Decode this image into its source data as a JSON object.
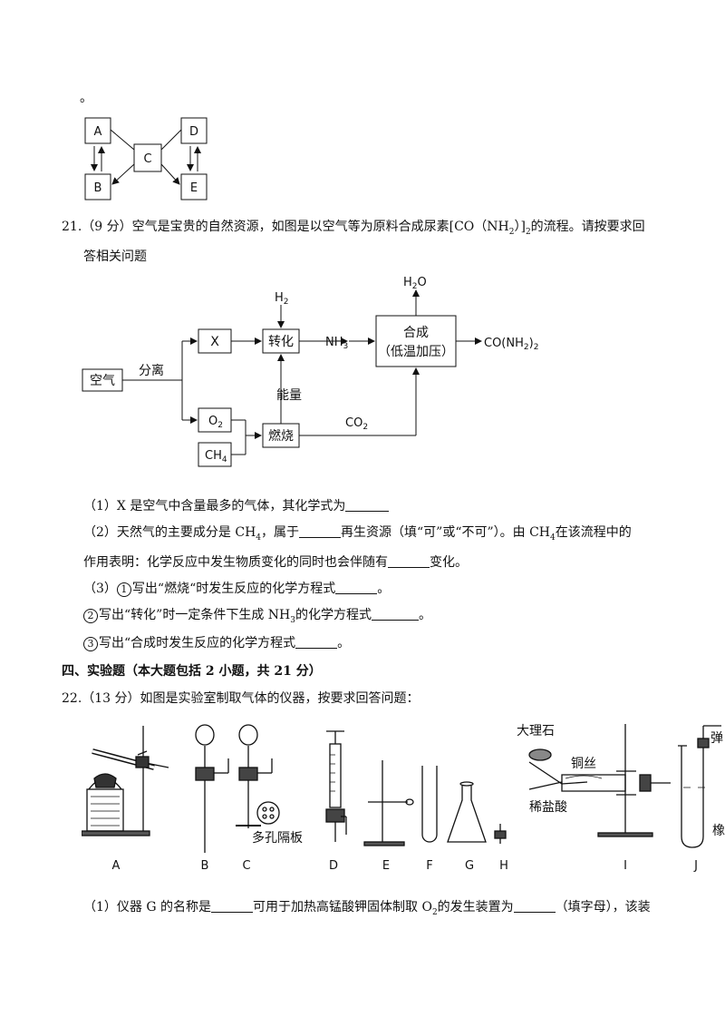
{
  "top_mark": "。",
  "small_diagram": {
    "nodes": [
      "A",
      "B",
      "C",
      "D",
      "E"
    ]
  },
  "q21": {
    "num": "21.",
    "score": "（9 分）",
    "stem_1": "空气是宝贵的自然资源，如图是以空气等为原料合成尿素[CO（NH",
    "stem_sub": "2",
    "stem_2": "）]",
    "stem_sub2": "2",
    "stem_3": "的流程。请按要求回",
    "stem_line2": "答相关问题",
    "flow": {
      "air": "空气",
      "separate": "分离",
      "x": "X",
      "o2": "O",
      "o2_sub": "2",
      "ch4": "CH",
      "ch4_sub": "4",
      "h2": "H",
      "h2_sub": "2",
      "convert": "转化",
      "nh3": "NH",
      "nh3_sub": "3",
      "energy": "能量",
      "burn": "燃烧",
      "co2": "CO",
      "co2_sub": "2",
      "synth_1": "合成",
      "synth_2": "（低温加压）",
      "h2o_a": "H",
      "h2o_sub": "2",
      "h2o_b": "O",
      "product": "CO(NH",
      "product_sub": "2",
      "product_end": ")",
      "product_sub2": "2"
    },
    "p1": "（1）X 是空气中含量最多的气体，其化学式为",
    "p2_a": "（2）天然气的主要成分是 CH",
    "p2_sub": "4",
    "p2_b": "，属于",
    "p2_c": "再生资源（填“可”或“不可”）。由 CH",
    "p2_sub2": "4",
    "p2_d": "在该流程中的",
    "p2_line2_a": "作用表明：化学反应中发生物质变化的同时也会伴随有",
    "p2_line2_b": "变化。",
    "p3_prefix": "（3）",
    "c1": "1",
    "p3_1": "写出“燃烧“时发生反应的化学方程式",
    "end": "。",
    "c2": "2",
    "p3_2a": "写出“转化”时一定条件下生成 NH",
    "p3_2sub": "3",
    "p3_2b": "的化学方程式",
    "c3": "3",
    "p3_3": "写出“合成时发生反应的化学方程式"
  },
  "section4": "四、实验题（本大题包括 2 小题，共 21 分）",
  "q22": {
    "num": "22.",
    "stem": "（13 分）如图是实验室制取气体的仪器，按要求回答问题：",
    "labels": [
      "A",
      "B",
      "C",
      "D",
      "E",
      "F",
      "G",
      "H",
      "I",
      "J"
    ],
    "ann_porous": "多孔隔板",
    "ann_marble": "大理石",
    "ann_copper": "铜丝",
    "ann_hcl": "稀盐酸",
    "ann_j1": "弹",
    "ann_j2": "橡",
    "q1_a": "（1）仪器 G 的名称是",
    "q1_b": "可用于加热高锰酸钾固体制取 O",
    "q1_sub": "2",
    "q1_c": "的发生装置为",
    "q1_d": "（填字母），该装"
  }
}
